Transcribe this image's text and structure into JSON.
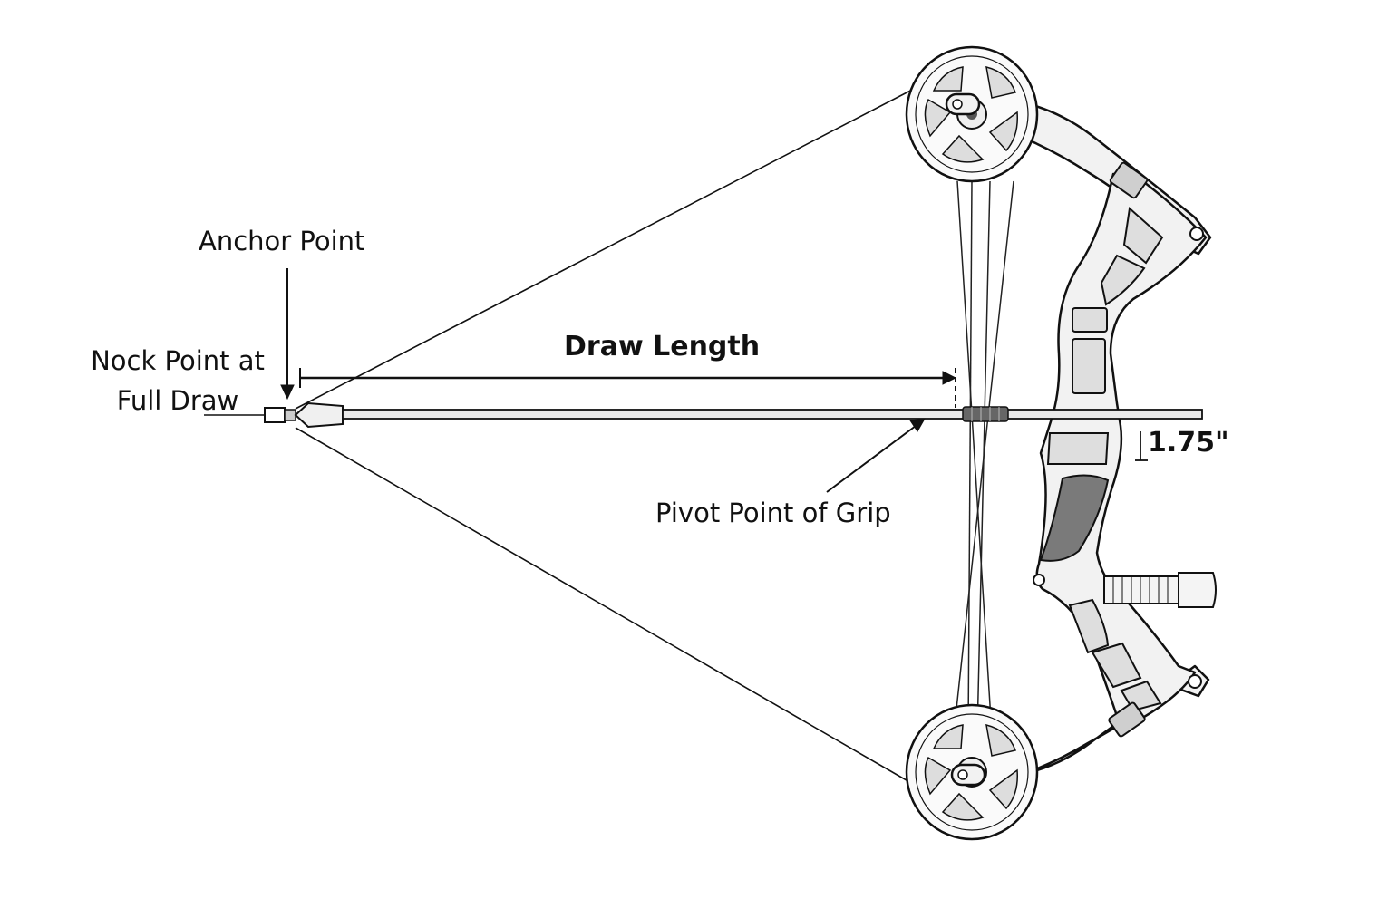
{
  "labels": {
    "anchor_point": "Anchor Point",
    "nock_line1": "Nock Point at",
    "nock_line2": "Full Draw",
    "draw_length": "Draw Length",
    "pivot_point": "Pivot Point of Grip",
    "grip_offset": "1.75\""
  },
  "colors": {
    "line": "#111111",
    "grip": "#7a7a7a",
    "riser_fill": "#f2f2f2",
    "background": "#ffffff"
  }
}
